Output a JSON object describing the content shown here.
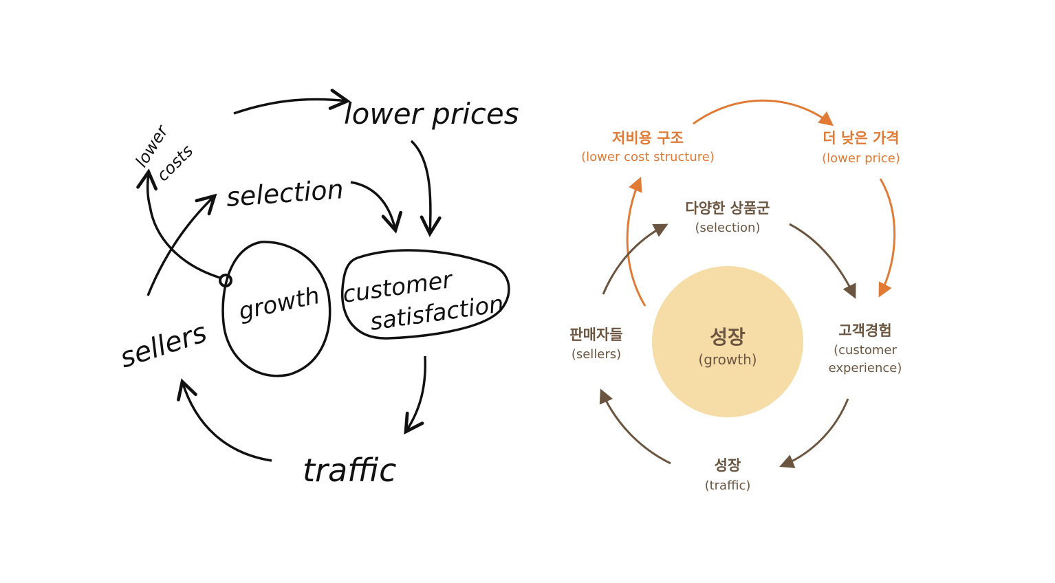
{
  "sketch": {
    "lower_prices": "lower prices",
    "lower_costs_1": "lower",
    "lower_costs_2": "costs",
    "selection": "selection",
    "growth": "growth",
    "customer": "customer",
    "satisfaction": "satisfaction",
    "sellers": "sellers",
    "traffic": "traffic"
  },
  "diagram": {
    "center_ko": "성장",
    "center_en": "(growth)",
    "lower_cost_ko": "저비용 구조",
    "lower_cost_en": "(lower cost structure)",
    "lower_price_ko": "더 낮은 가격",
    "lower_price_en": "(lower price)",
    "selection_ko": "다양한 상품군",
    "selection_en": "(selection)",
    "sellers_ko": "판매자들",
    "sellers_en": "(sellers)",
    "customer_ko": "고객경험",
    "customer_en_1": "(customer",
    "customer_en_2": "experience)",
    "traffic_ko": "성장",
    "traffic_en": "(traffic)"
  },
  "colors": {
    "orange": "#e07a35",
    "brown": "#6b5540",
    "center_fill": "#f6dca6",
    "ink": "#111111"
  }
}
